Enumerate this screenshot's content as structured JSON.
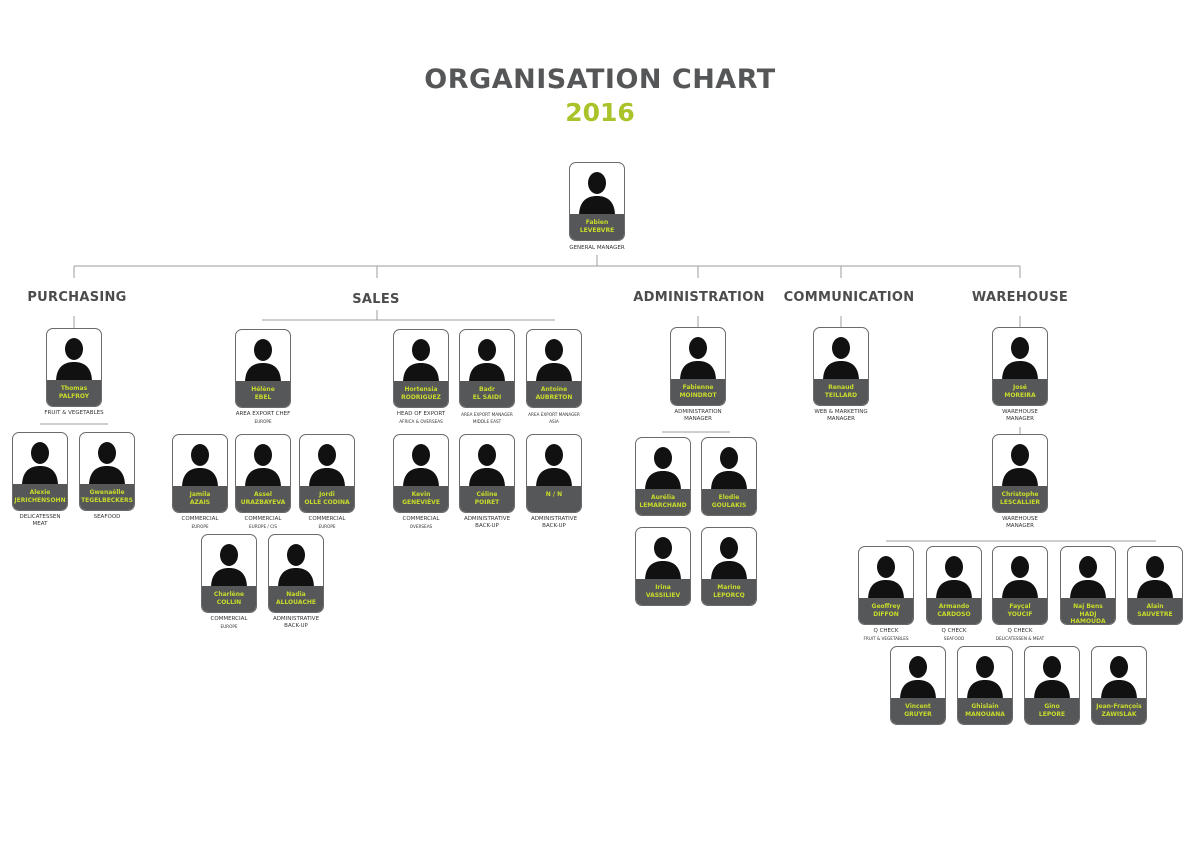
{
  "title": "ORGANISATION CHART",
  "year": "2016",
  "colors": {
    "accent": "#a9c32a",
    "dark": "#565758",
    "line": "#9b9c9d"
  },
  "top": {
    "first": "Fabien",
    "last": "LEVEBVRE",
    "role": "GENERAL MANAGER",
    "sub": ""
  },
  "departments": {
    "purchasing": "PURCHASING",
    "sales": "SALES",
    "administration": "ADMINISTRATION",
    "communication": "COMMUNICATION",
    "warehouse": "WAREHOUSE"
  },
  "people": [
    {
      "id": "thomas",
      "first": "Thomas",
      "last": "PALFROY",
      "role": "FRUIT & VEGETABLES",
      "sub": ""
    },
    {
      "id": "alexie",
      "first": "Alexie",
      "last": "JERICHENSOHN",
      "role": "DELICATESSEN",
      "role2": "MEAT",
      "sub": ""
    },
    {
      "id": "gwenaelle",
      "first": "Gwenaëlle",
      "last": "TEGELBECKERS",
      "role": "SEAFOOD",
      "sub": ""
    },
    {
      "id": "helene",
      "first": "Hélène",
      "last": "EBEL",
      "role": "AREA EXPORT CHEF",
      "sub": "EUROPE"
    },
    {
      "id": "jamila",
      "first": "Jamila",
      "last": "AZAIS",
      "role": "COMMERCIAL",
      "sub": "EUROPE"
    },
    {
      "id": "assel",
      "first": "Assel",
      "last": "URAZBAYEVA",
      "role": "COMMERCIAL",
      "sub": "EUROPE / CIS"
    },
    {
      "id": "jordi",
      "first": "Jordi",
      "last": "OLLE CODINA",
      "role": "COMMERCIAL",
      "sub": "EUROPE"
    },
    {
      "id": "charlene",
      "first": "Charlène",
      "last": "COLLIN",
      "role": "COMMERCIAL",
      "sub": "EUROPE"
    },
    {
      "id": "nadia",
      "first": "Nadia",
      "last": "ALLOUACHE",
      "role": "ADMINISTRATIVE",
      "role2": "BACK-UP",
      "sub": ""
    },
    {
      "id": "hortensia",
      "first": "Hortensia",
      "last": "RODRIGUEZ",
      "role": "HEAD OF EXPORT",
      "sub": "AFRICA & OVERSEAS"
    },
    {
      "id": "badr",
      "first": "Badr",
      "last": "EL SAIDI",
      "role": "",
      "sub": "AREA EXPORT MANAGER",
      "sub2": "MIDDLE EAST"
    },
    {
      "id": "antoine",
      "first": "Antoine",
      "last": "AUBRETON",
      "role": "",
      "sub": "AREA EXPORT MANAGER",
      "sub2": "ASIA"
    },
    {
      "id": "kevin",
      "first": "Kevin",
      "last": "GENEVIÈVE",
      "role": "COMMERCIAL",
      "sub": "OVERSEAS"
    },
    {
      "id": "celine",
      "first": "Céline",
      "last": "POIRET",
      "role": "ADMINISTRATIVE",
      "role2": "BACK-UP",
      "sub": ""
    },
    {
      "id": "nn",
      "first": "N / N",
      "last": "",
      "role": "ADMINISTRATIVE",
      "role2": "BACK-UP",
      "sub": ""
    },
    {
      "id": "fabienne",
      "first": "Fabienne",
      "last": "MOINDROT",
      "role": "ADMINISTRATION",
      "role2": "MANAGER",
      "sub": ""
    },
    {
      "id": "aurelia",
      "first": "Aurélia",
      "last": "LEMARCHAND",
      "role": "",
      "sub": ""
    },
    {
      "id": "elodie",
      "first": "Elodie",
      "last": "GOULAKIS",
      "role": "",
      "sub": ""
    },
    {
      "id": "irina",
      "first": "Irina",
      "last": "VASSILIEV",
      "role": "",
      "sub": ""
    },
    {
      "id": "marine",
      "first": "Marine",
      "last": "LEPORCQ",
      "role": "",
      "sub": ""
    },
    {
      "id": "renaud",
      "first": "Renaud",
      "last": "TEILLARD",
      "role": "WEB & MARKETING",
      "role2": "MANAGER",
      "sub": ""
    },
    {
      "id": "jose",
      "first": "José",
      "last": "MOREIRA",
      "role": "WAREHOUSE",
      "role2": "MANAGER",
      "sub": ""
    },
    {
      "id": "christophe",
      "first": "Christophe",
      "last": "LESCALLIER",
      "role": "WAREHOUSE",
      "role2": "MANAGER",
      "sub": ""
    },
    {
      "id": "geoffrey",
      "first": "Geoffrey",
      "last": "DIFFON",
      "role": "Q CHECK",
      "sub": "FRUIT & VEGETABLES"
    },
    {
      "id": "armando",
      "first": "Armando",
      "last": "CARDOSO",
      "role": "Q CHECK",
      "sub": "SEAFOOD"
    },
    {
      "id": "faycal",
      "first": "Fayçal",
      "last": "YOUCIF",
      "role": "Q CHECK",
      "sub": "DELICATESSEN & MEAT"
    },
    {
      "id": "najbens",
      "first": "Naj Bens",
      "last": "HADJ HAMOUDA",
      "role": "",
      "sub": ""
    },
    {
      "id": "alain",
      "first": "Alain",
      "last": "SAUVETRE",
      "role": "",
      "sub": ""
    },
    {
      "id": "vincent",
      "first": "Vincent",
      "last": "GRUYER",
      "role": "",
      "sub": ""
    },
    {
      "id": "ghislain",
      "first": "Ghislain",
      "last": "MANOUANA",
      "role": "",
      "sub": ""
    },
    {
      "id": "gino",
      "first": "Gino",
      "last": "LEPORE",
      "role": "",
      "sub": ""
    },
    {
      "id": "jeanfrancois",
      "first": "Jean-François",
      "last": "ZAWISLAK",
      "role": "",
      "sub": ""
    }
  ]
}
